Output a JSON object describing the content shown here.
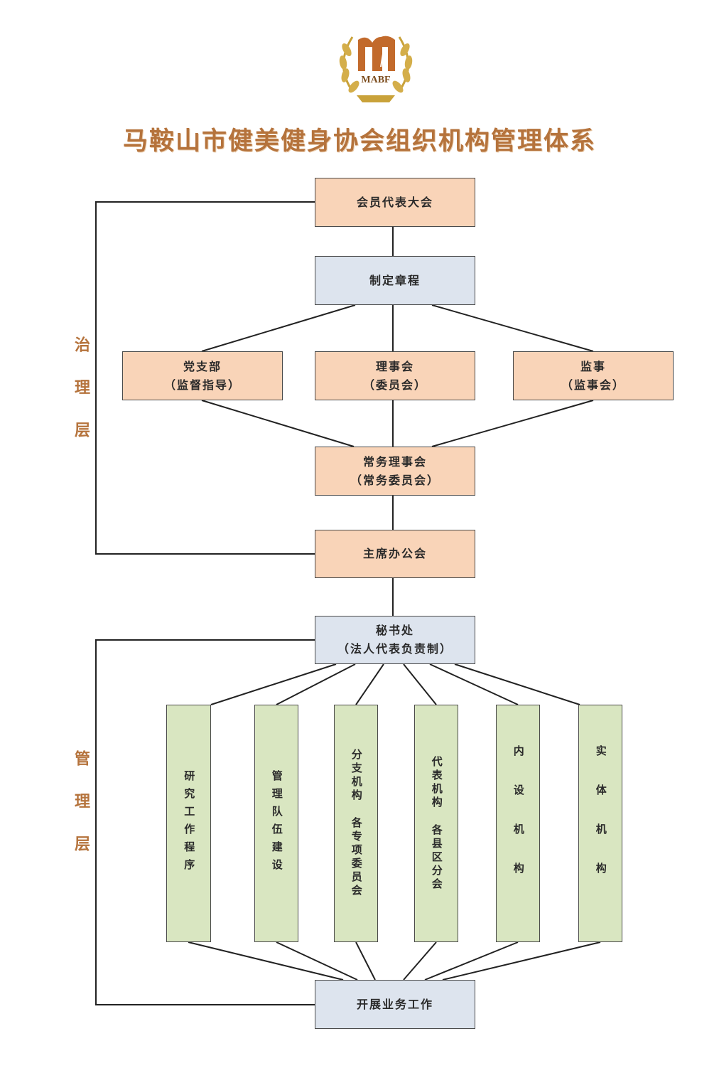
{
  "logo": {
    "text": "MABF"
  },
  "title": "马鞍山市健美健身协会组织机构管理体系",
  "side_labels": {
    "governance": "治理层",
    "management": "管理层"
  },
  "nodes": {
    "congress": "会员代表大会",
    "charter": "制定章程",
    "party_branch": {
      "line1": "党支部",
      "line2": "（监督指导）"
    },
    "council": {
      "line1": "理事会",
      "line2": "（委员会）"
    },
    "supervisor": {
      "line1": "监事",
      "line2": "（监事会）"
    },
    "standing": {
      "line1": "常务理事会",
      "line2": "（常务委员会）"
    },
    "chair_office": "主席办公会",
    "secretariat": {
      "line1": "秘书处",
      "line2": "（法人代表负责制）"
    },
    "research": "研究工作程序",
    "team": "管理队伍建设",
    "branch": {
      "col1": "分支机构",
      "col2": "各专项委员会"
    },
    "rep": {
      "col1": "代表机构",
      "col2": "各县区分会"
    },
    "internal": "内设机构",
    "entity": "实体机构",
    "business": "开展业务工作"
  },
  "colors": {
    "peach": "#f9d4b8",
    "blue": "#dde4ee",
    "green": "#d9e6c1",
    "title": "#b5733c",
    "logo": "#c26a2c"
  }
}
